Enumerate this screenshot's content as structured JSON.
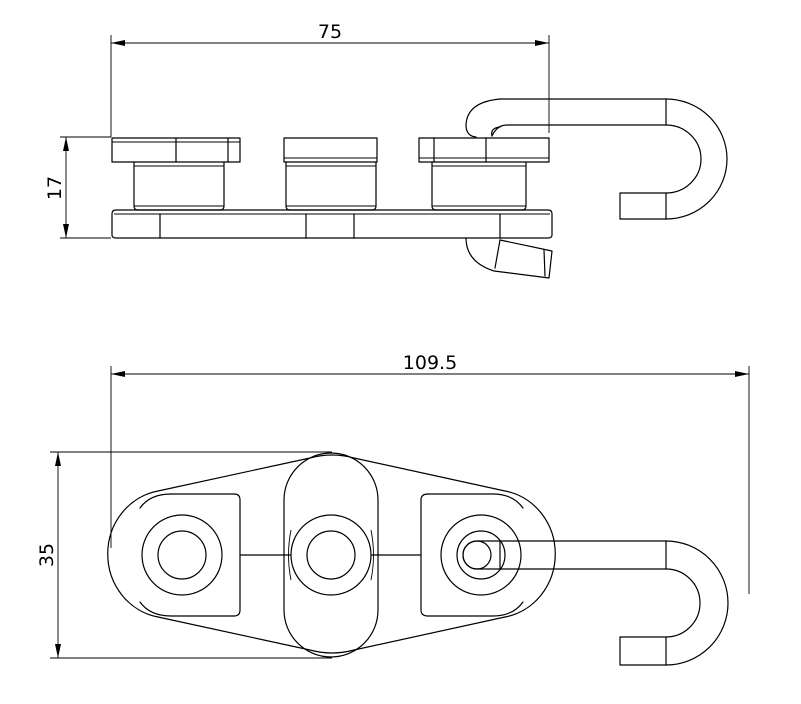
{
  "dimensions": {
    "top_width": "75",
    "top_height": "17",
    "plan_length": "109.5",
    "plan_width": "35"
  },
  "colors": {
    "line": "#000000",
    "background": "#ffffff"
  }
}
